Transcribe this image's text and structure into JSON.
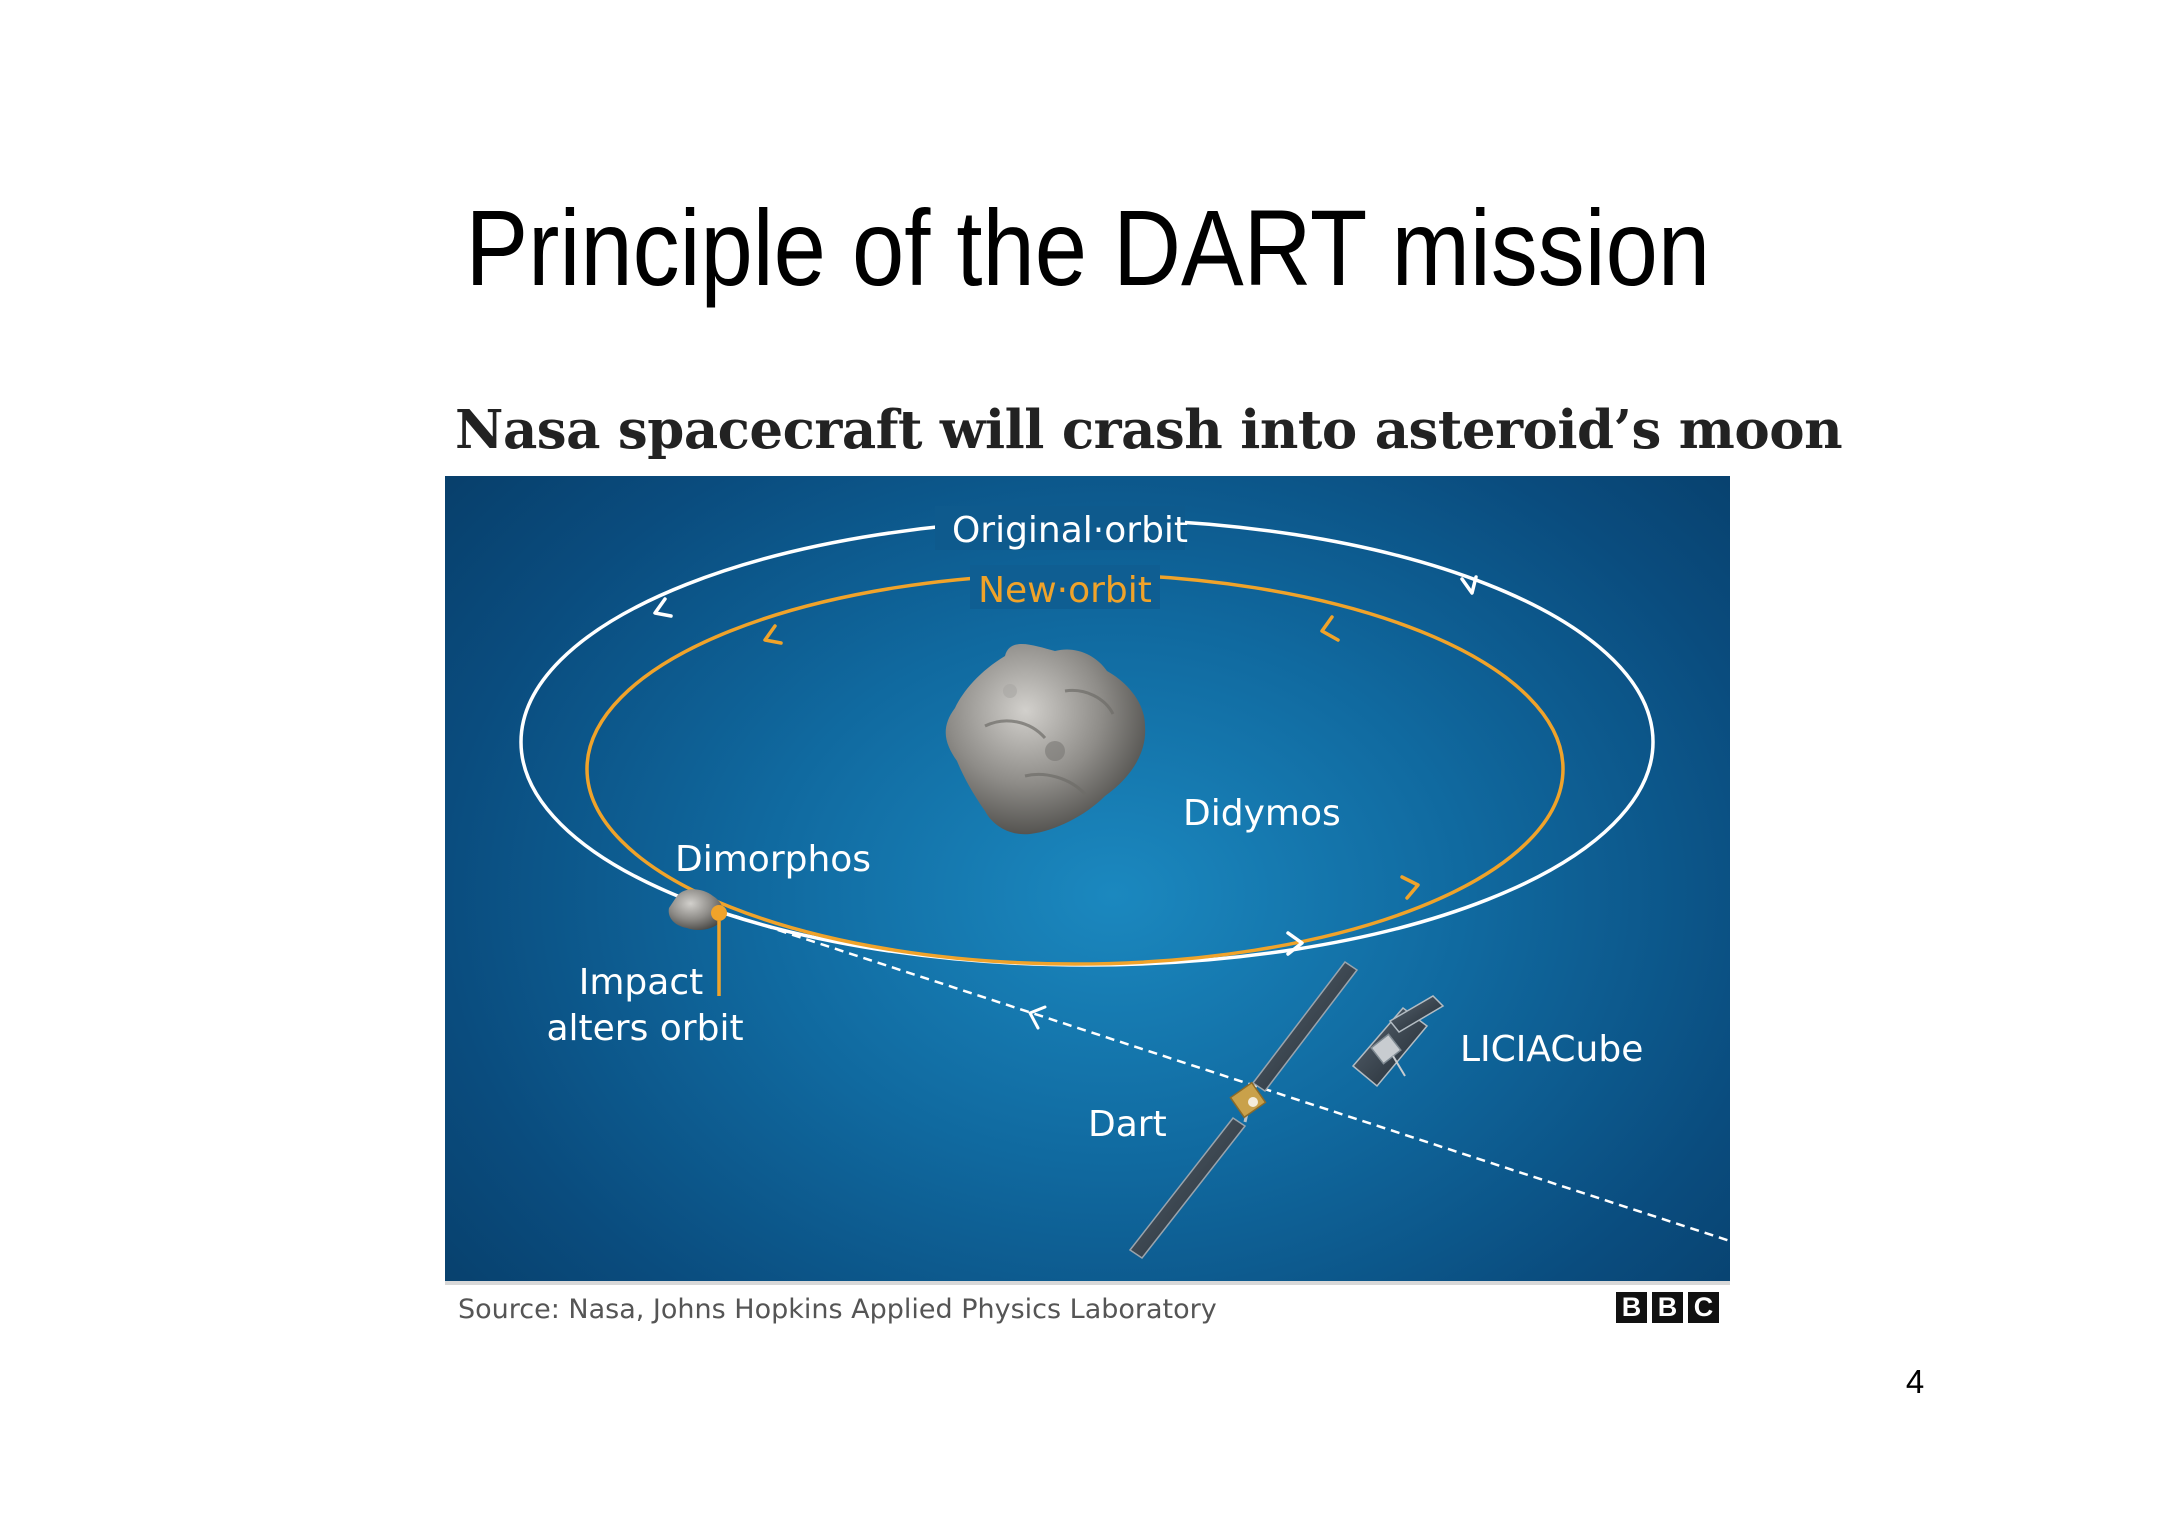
{
  "slide": {
    "title": "Principle of the DART mission",
    "page_number": "4"
  },
  "graphic": {
    "title": "Nasa spacecraft will crash into asteroid’s moon",
    "labels": {
      "original_orbit": "Original·orbit",
      "new_orbit": "New·orbit",
      "didymos": "Didymos",
      "dimorphos": "Dimorphos",
      "impact_line1": "Impact",
      "impact_line2": "alters orbit",
      "dart": "Dart",
      "liciacube": "LICIACube"
    },
    "source": "Source: Nasa, Johns Hopkins Applied Physics Laboratory",
    "logo_letters": [
      "B",
      "B",
      "C"
    ]
  },
  "colors": {
    "background_top": "#0a4c7e",
    "background_center": "#1b88bf",
    "original_orbit": "#ffffff",
    "new_orbit": "#f0a32a",
    "label_text": "#ffffff"
  }
}
